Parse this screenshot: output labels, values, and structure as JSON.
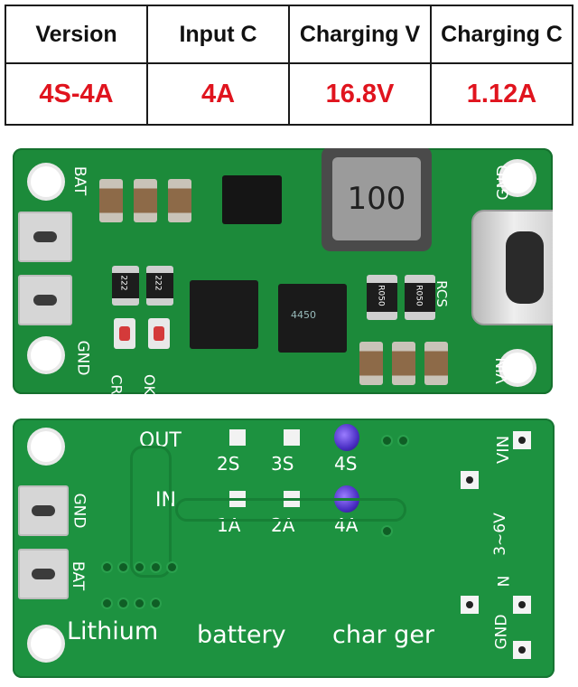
{
  "spec_table": {
    "headers": [
      "Version",
      "Input C",
      "Charging V",
      "Charging C"
    ],
    "values": [
      "4S-4A",
      "4A",
      "16.8V",
      "1.12A"
    ],
    "header_color": "#111111",
    "value_color": "#e0141e"
  },
  "board_top": {
    "label_bat": "BAT",
    "label_gnd": "GND",
    "label_gnd_right": "GND",
    "label_vin": "VIN",
    "label_cr": "CR",
    "label_ok": "OK",
    "label_rcs": "RCS",
    "inductor_marking": "100",
    "resistor_marking_1": "222",
    "resistor_marking_2": "222",
    "sense_res_1": "R050",
    "sense_res_2": "R050",
    "ic_marking": "4450",
    "pcb_color": "#1c8a3a"
  },
  "board_bottom": {
    "label_out": "OUT",
    "label_in": "IN",
    "out_2s": "2S",
    "out_3s": "3S",
    "out_4s": "4S",
    "in_1a": "1A",
    "in_2a": "2A",
    "in_4a": "4A",
    "label_gnd": "GND",
    "label_bat": "BAT",
    "label_vin": "VIN",
    "label_3_6v": "3~6V",
    "label_n": "N",
    "label_gnd_right": "GND",
    "caption_1": "Lithium",
    "caption_2": "battery",
    "caption_3": "char ger",
    "pcb_color": "#1d9240"
  }
}
